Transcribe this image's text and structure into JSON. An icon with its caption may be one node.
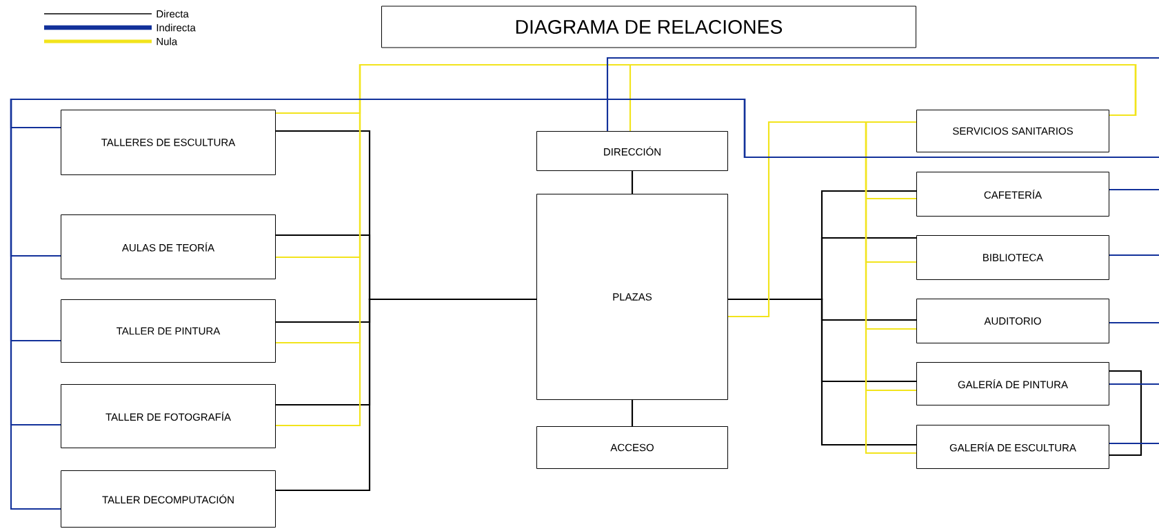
{
  "diagram": {
    "title": "DIAGRAMA DE RELACIONES",
    "nodes": [
      {
        "text": [
          "TALLERES DE ESCULTURA"
        ]
      },
      {
        "text": [
          "AULAS DE TEORÍA"
        ]
      },
      {
        "text": [
          "TALLER DE PINTURA"
        ]
      },
      {
        "text": [
          "TALLER DE FOTOGRAFÍA"
        ]
      },
      {
        "text": [
          "TALLER DECOMPUTACIÓN"
        ]
      },
      {
        "text": [
          "DIRECCIÓN"
        ]
      },
      {
        "text": [
          "PLAZAS"
        ]
      },
      {
        "text": [
          "ACCESO"
        ]
      },
      {
        "text": [
          "SERVICIOS SANITARIOS"
        ]
      },
      {
        "text": [
          "CAFETERÍA"
        ]
      },
      {
        "text": [
          "BIBLIOTECA"
        ]
      },
      {
        "text": [
          "AUDITORIO"
        ]
      },
      {
        "text": [
          "GALERÍA DE PINTURA"
        ]
      },
      {
        "text": [
          "GALERÍA DE ESCULTURA"
        ]
      }
    ],
    "edges": [
      {
        "from": 0,
        "to": 6,
        "arrow": "none"
      },
      {
        "from": 1,
        "to": 6,
        "arrow": "none"
      },
      {
        "from": 2,
        "to": 6,
        "arrow": "none"
      },
      {
        "from": 3,
        "to": 6,
        "arrow": "none"
      },
      {
        "from": 4,
        "to": 6,
        "arrow": "none"
      },
      {
        "from": 5,
        "to": 6,
        "arrow": "none"
      },
      {
        "from": 6,
        "to": 7,
        "arrow": "none"
      },
      {
        "from": 6,
        "to": 9,
        "arrow": "none"
      },
      {
        "from": 6,
        "to": 10,
        "arrow": "none"
      },
      {
        "from": 6,
        "to": 11,
        "arrow": "none"
      },
      {
        "from": 6,
        "to": 12,
        "arrow": "none"
      },
      {
        "from": 6,
        "to": 13,
        "arrow": "none"
      },
      {
        "from": 12,
        "to": 13,
        "arrow": "none"
      },
      {
        "from": 0,
        "to": 8,
        "arrow": "none",
        "color": "#f2e41c"
      },
      {
        "from": 1,
        "to": 8,
        "arrow": "none",
        "color": "#f2e41c"
      },
      {
        "from": 2,
        "to": 8,
        "arrow": "none",
        "color": "#f2e41c"
      },
      {
        "from": 3,
        "to": 8,
        "arrow": "none",
        "color": "#f2e41c"
      },
      {
        "from": 5,
        "to": 8,
        "arrow": "none",
        "color": "#f2e41c"
      },
      {
        "from": 6,
        "to": 8,
        "arrow": "none",
        "color": "#f2e41c"
      },
      {
        "from": 9,
        "to": 8,
        "arrow": "none",
        "color": "#f2e41c"
      },
      {
        "from": 10,
        "to": 8,
        "arrow": "none",
        "color": "#f2e41c"
      },
      {
        "from": 11,
        "to": 8,
        "arrow": "none",
        "color": "#f2e41c"
      },
      {
        "from": 12,
        "to": 8,
        "arrow": "none",
        "color": "#f2e41c"
      },
      {
        "from": 13,
        "to": 8,
        "arrow": "none",
        "color": "#f2e41c"
      },
      {
        "from": 0,
        "to": null,
        "arrow": "none",
        "color": "#12319a"
      },
      {
        "from": 1,
        "to": null,
        "arrow": "none",
        "color": "#12319a"
      },
      {
        "from": 2,
        "to": null,
        "arrow": "none",
        "color": "#12319a"
      },
      {
        "from": 3,
        "to": null,
        "arrow": "none",
        "color": "#12319a"
      },
      {
        "from": 4,
        "to": null,
        "arrow": "none",
        "color": "#12319a"
      },
      {
        "from": 5,
        "to": null,
        "arrow": "none",
        "color": "#12319a"
      },
      {
        "from": 9,
        "to": null,
        "arrow": "none",
        "color": "#12319a"
      },
      {
        "from": 10,
        "to": null,
        "arrow": "none",
        "color": "#12319a"
      },
      {
        "from": 11,
        "to": null,
        "arrow": "none",
        "color": "#12319a"
      },
      {
        "from": 12,
        "to": null,
        "arrow": "none",
        "color": "#12319a"
      },
      {
        "from": 13,
        "to": null,
        "arrow": "none",
        "color": "#12319a"
      }
    ],
    "legend": [
      {
        "text": "Directa"
      },
      {
        "text": "Indirecta"
      },
      {
        "text": "Nula"
      }
    ]
  }
}
